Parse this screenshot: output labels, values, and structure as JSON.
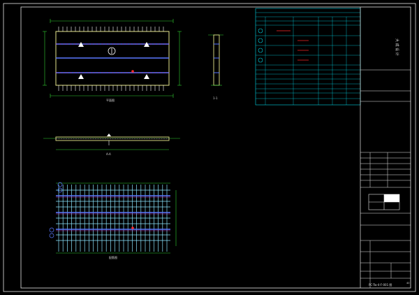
{
  "colors": {
    "background": "#000000",
    "frame": "#e6e6e6",
    "dimension": "#32d232",
    "table_line": "#00d7e6",
    "bar_yellow": "#e6e68c",
    "bar_blue": "#5a78ff",
    "bar_magenta": "#c83cc8",
    "bar_cyan": "#8ce6ff",
    "red": "#ff2828",
    "white": "#ffffff"
  },
  "title_block": {
    "top_label": "大 成 设 计",
    "drawing_no": "PC-Tw-4-F-001 图",
    "page": "40"
  },
  "view_labels": {
    "plan": "平面图",
    "section_a": "A-A",
    "side": "1-1",
    "bottom": "配筋图"
  }
}
